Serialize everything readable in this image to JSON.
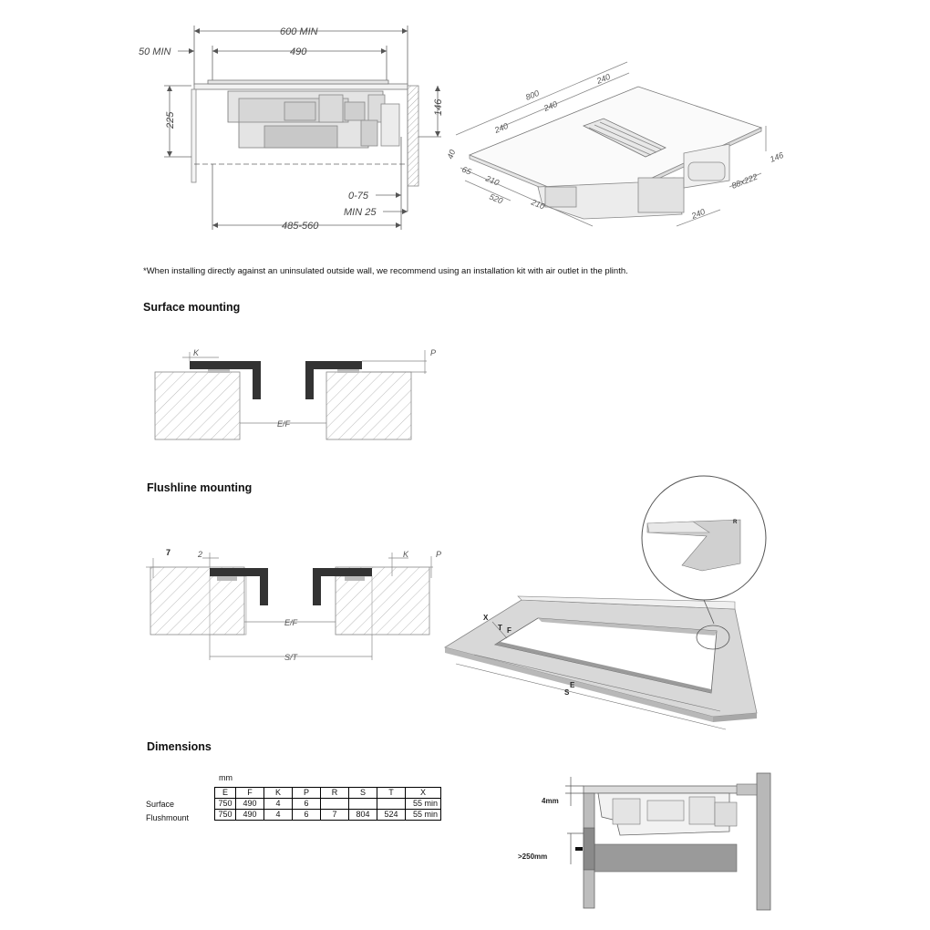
{
  "top_drawing": {
    "dim_600_min": "600 MIN",
    "dim_490": "490",
    "dim_50_min": "50 MIN",
    "dim_225": "225",
    "dim_146": "146",
    "dim_0_75": "0-75",
    "dim_min_25": "MIN 25",
    "dim_485_560": "485-560"
  },
  "iso_drawing": {
    "dim_800": "800",
    "dim_240_a": "240",
    "dim_240_b": "240",
    "dim_240_c": "240",
    "dim_240_d": "240",
    "dim_40": "40",
    "dim_65": "65",
    "dim_210_a": "210",
    "dim_210_b": "210",
    "dim_520": "520",
    "dim_146": "146",
    "dim_88x222": "88x222"
  },
  "note": "*When installing directly against an uninsulated outside wall, we recommend using an installation kit with air outlet in the plinth.",
  "surface": {
    "heading": "Surface mounting",
    "label_k": "K",
    "label_p": "P",
    "label_ef": "E/F"
  },
  "flushline": {
    "heading": "Flushline mounting",
    "label_7": "7",
    "label_2": "2",
    "label_k": "K",
    "label_p": "P",
    "label_ef": "E/F",
    "label_st": "S/T",
    "label_x": "X",
    "label_t": "T",
    "label_f": "F",
    "label_e": "E",
    "label_s": "S",
    "label_r": "R"
  },
  "dimensions": {
    "heading": "Dimensions",
    "unit": "mm",
    "headers": [
      "E",
      "F",
      "K",
      "P",
      "R",
      "S",
      "T",
      "X"
    ],
    "rows": [
      {
        "label": "Surface",
        "cells": [
          "750",
          "490",
          "4",
          "6",
          "",
          "",
          "",
          "55 min"
        ]
      },
      {
        "label": "Flushmount",
        "cells": [
          "750",
          "490",
          "4",
          "6",
          "7",
          "804",
          "524",
          "55 min"
        ]
      }
    ]
  },
  "section_drawing": {
    "label_4mm": "4mm",
    "label_250mm": ">250mm"
  }
}
